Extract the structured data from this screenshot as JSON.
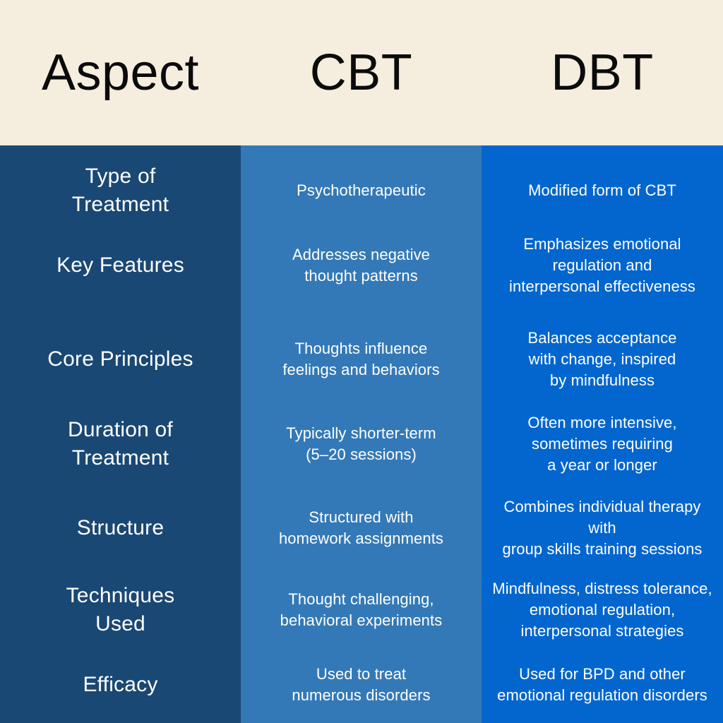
{
  "colors": {
    "header_background": "#f5eedf",
    "header_text": "#0b0b0b",
    "column_aspect": "#1a4874",
    "column_cbt": "#3479b7",
    "column_dbt": "#0366ce",
    "cell_text": "#ffffff"
  },
  "header": {
    "aspect": "Aspect",
    "cbt": "CBT",
    "dbt": "DBT"
  },
  "columns": [
    "Aspect",
    "CBT",
    "DBT"
  ],
  "rows": [
    {
      "aspect": "Type of\nTreatment",
      "cbt": "Psychotherapeutic",
      "dbt": "Modified form of CBT"
    },
    {
      "aspect": "Key Features",
      "cbt": "Addresses negative\nthought patterns",
      "dbt": "Emphasizes emotional\nregulation and\ninterpersonal effectiveness"
    },
    {
      "aspect": "Core Principles",
      "cbt": "Thoughts influence\nfeelings and behaviors",
      "dbt": "Balances acceptance\nwith change, inspired\nby mindfulness"
    },
    {
      "aspect": "Duration of\nTreatment",
      "cbt": "Typically shorter-term\n(5–20 sessions)",
      "dbt": "Often more intensive,\nsometimes requiring\na year or longer"
    },
    {
      "aspect": "Structure",
      "cbt": "Structured with\nhomework assignments",
      "dbt": "Combines individual therapy with\ngroup skills training sessions"
    },
    {
      "aspect": "Techniques\nUsed",
      "cbt": "Thought challenging,\nbehavioral experiments",
      "dbt": "Mindfulness, distress tolerance,\nemotional regulation,\ninterpersonal strategies"
    },
    {
      "aspect": "Efficacy",
      "cbt": "Used to treat\nnumerous disorders",
      "dbt": "Used for BPD and other\nemotional regulation disorders"
    }
  ]
}
